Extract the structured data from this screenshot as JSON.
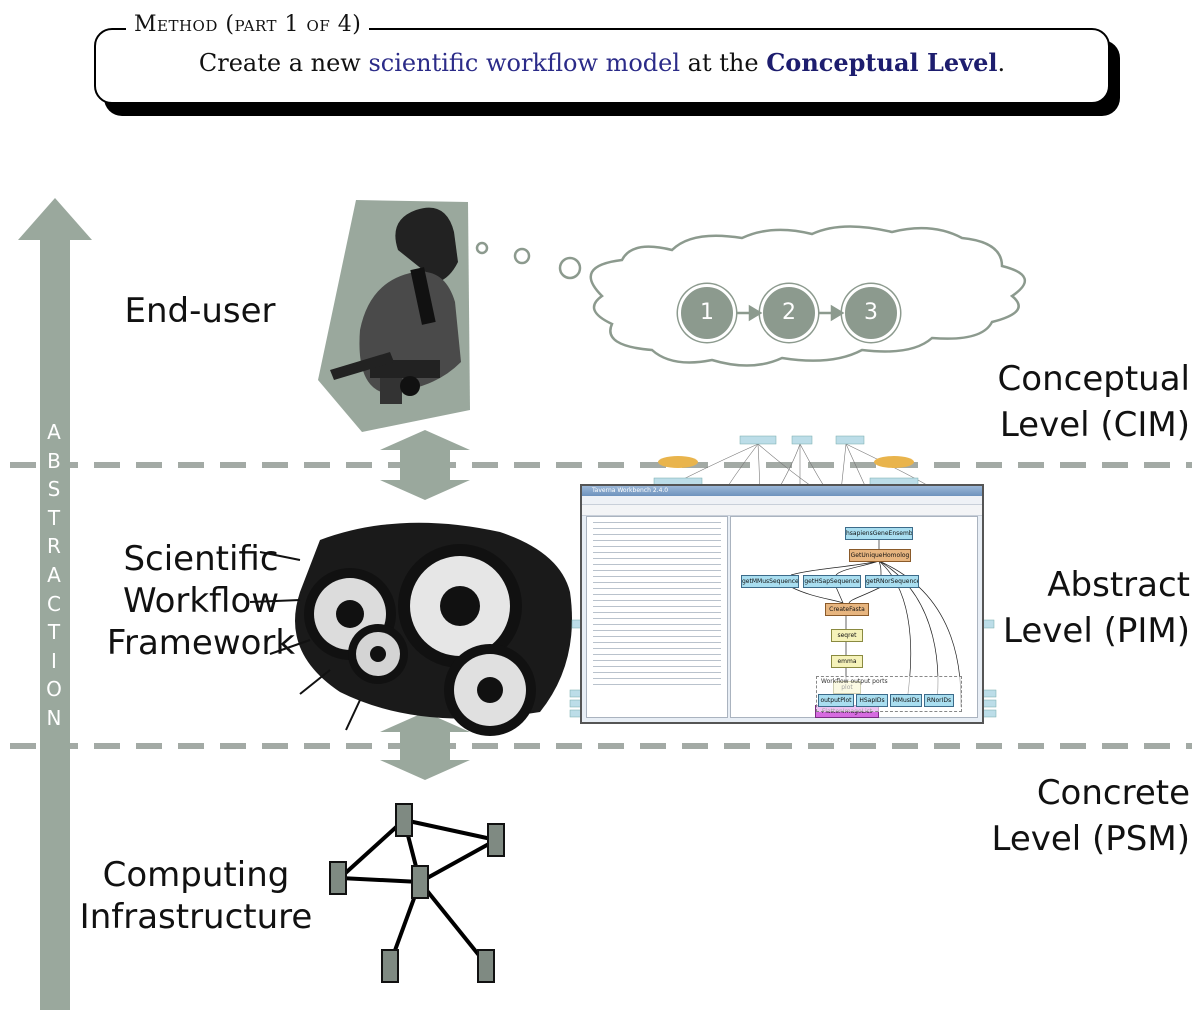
{
  "method": {
    "title": "Method (part 1 of 4)",
    "text_pre": "Create a new ",
    "text_link": "scientific workflow model",
    "text_mid": " at the ",
    "text_bold": "Conceptual Level",
    "text_end": "."
  },
  "abstraction_letters": [
    "A",
    "B",
    "S",
    "T",
    "R",
    "A",
    "C",
    "T",
    "I",
    "O",
    "N"
  ],
  "left_labels": {
    "end_user": "End-user",
    "framework": [
      "Scientific",
      "Workflow",
      "Framework"
    ],
    "infrastructure": [
      "Computing",
      "Infrastructure"
    ]
  },
  "right_labels": {
    "conceptual": [
      "Conceptual",
      "Level (CIM)"
    ],
    "abstract": [
      "Abstract",
      "Level (PIM)"
    ],
    "concrete": [
      "Concrete",
      "Level (PSM)"
    ]
  },
  "cloud_steps": [
    "1",
    "2",
    "3"
  ],
  "workbench": {
    "title": "Taverna Workbench 2.4.0",
    "nodes": {
      "n1": "hsapiensGeneEnsembl",
      "n2": "GetUniqueHomolog",
      "n3": "getMMusSequence",
      "n4": "getHSapSequence",
      "n5": "getRNorSequence",
      "n6": "CreateFasta",
      "n7": "seqret",
      "n8": "emma",
      "n9": "plot",
      "n10": "FlattenImageList",
      "out_label": "Workflow output ports",
      "o1": "outputPlot",
      "o2": "HSapIDs",
      "o3": "MMusIDs",
      "o4": "RNorIDs"
    }
  },
  "colors": {
    "arrow_gray": "#9aa89d",
    "cloud_node": "#8c9a8e",
    "dashed_line": "#a3aaa5",
    "highlight_blue": "#2b2b88"
  }
}
